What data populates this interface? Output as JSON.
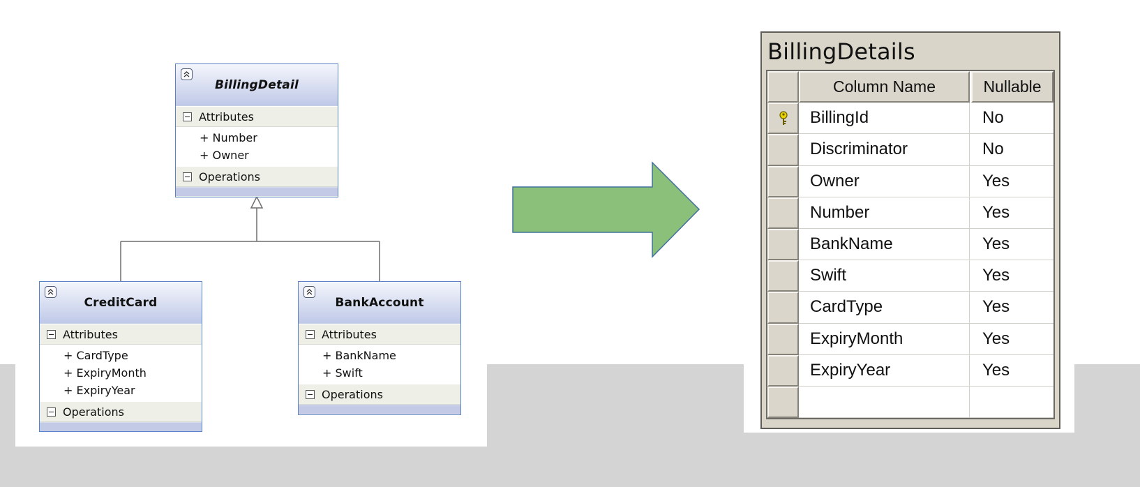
{
  "uml": {
    "billing_detail": {
      "name": "BillingDetail",
      "attributes_label": "Attributes",
      "attributes": [
        "+ Number",
        "+ Owner"
      ],
      "operations_label": "Operations"
    },
    "credit_card": {
      "name": "CreditCard",
      "attributes_label": "Attributes",
      "attributes": [
        "+ CardType",
        "+ ExpiryMonth",
        "+ ExpiryYear"
      ],
      "operations_label": "Operations"
    },
    "bank_account": {
      "name": "BankAccount",
      "attributes_label": "Attributes",
      "attributes": [
        "+ BankName",
        "+ Swift"
      ],
      "operations_label": "Operations"
    }
  },
  "table": {
    "title": "BillingDetails",
    "headers": {
      "column_name": "Column Name",
      "nullable": "Nullable"
    },
    "rows": [
      {
        "key": true,
        "name": "BillingId",
        "nullable": "No"
      },
      {
        "name": "Discriminator",
        "nullable": "No"
      },
      {
        "name": "Owner",
        "nullable": "Yes"
      },
      {
        "name": "Number",
        "nullable": "Yes"
      },
      {
        "name": "BankName",
        "nullable": "Yes"
      },
      {
        "name": "Swift",
        "nullable": "Yes"
      },
      {
        "name": "CardType",
        "nullable": "Yes"
      },
      {
        "name": "ExpiryMonth",
        "nullable": "Yes"
      },
      {
        "name": "ExpiryYear",
        "nullable": "Yes"
      },
      {
        "name": "",
        "nullable": ""
      }
    ]
  },
  "colors": {
    "arrow_fill": "#8bc07a",
    "arrow_stroke": "#41719c",
    "background_band": "#d4d4d4",
    "key_icon": "#e8d200"
  },
  "icons": [
    "collapse-icon",
    "minus-icon",
    "primary-key-icon"
  ]
}
